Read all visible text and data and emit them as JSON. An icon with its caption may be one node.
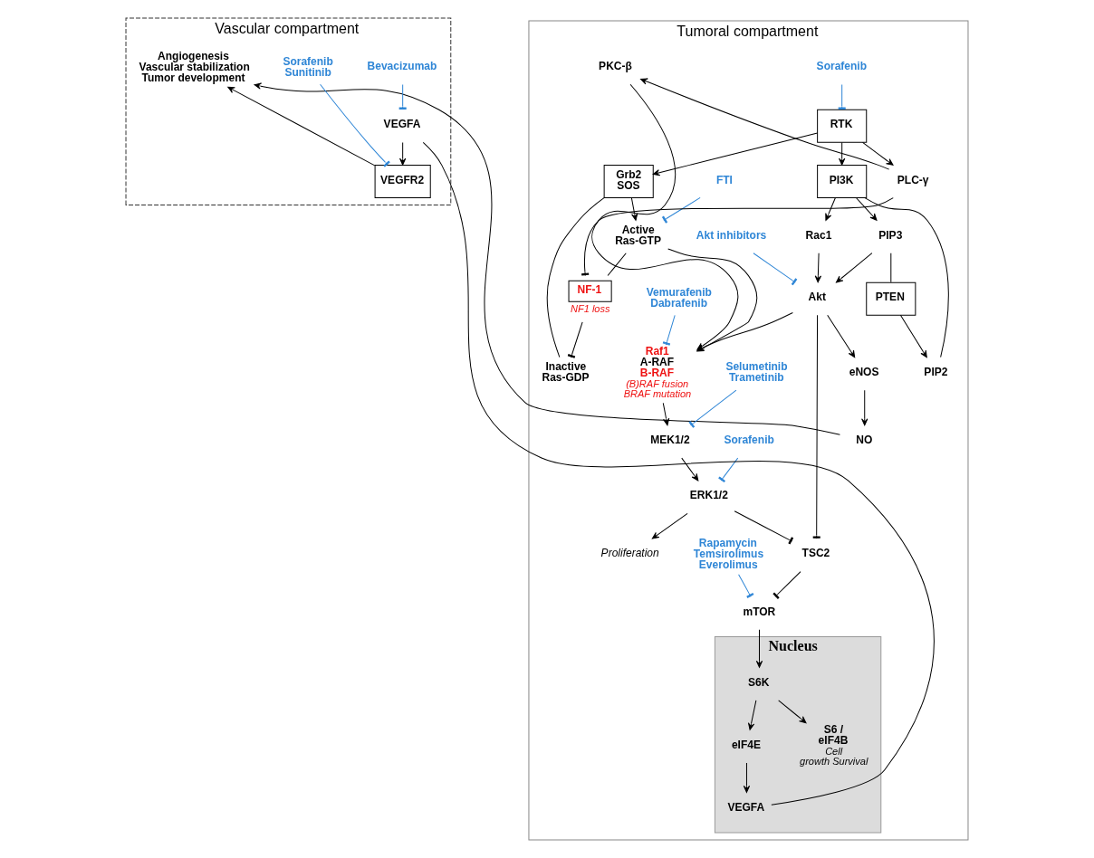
{
  "diagram": {
    "nodes": [
      {
        "text": [
          "Tumoral compartment"
        ]
      },
      {
        "text": [
          "RTK"
        ],
        "in": 0
      },
      {
        "text": [
          "Sorafenib"
        ],
        "in": 0
      },
      {
        "text": [
          "Inactive Ras-GDP"
        ],
        "in": 0
      },
      {
        "text": [
          "Grb2 SOS"
        ],
        "in": 0
      },
      {
        "text": [
          "Active Ras-GTP"
        ],
        "in": 0
      },
      {
        "text": [
          "FTI"
        ],
        "in": 0
      },
      {
        "text": [
          "PI3K"
        ],
        "in": 0
      },
      {
        "text": [
          "PIP2"
        ],
        "in": 0
      },
      {
        "text": [
          "PIP3"
        ],
        "in": 0
      },
      {
        "text": [
          "PTEN"
        ],
        "in": 0
      },
      {
        "text": [
          "Rac1"
        ],
        "in": 0
      },
      {
        "text": [
          "PLC-γ"
        ],
        "in": 0
      },
      {
        "text": [
          "PKC-β"
        ],
        "in": 0
      },
      {
        "text": [
          "NF-1"
        ],
        "in": 0,
        "beside": [
          "NF1 loss"
        ]
      },
      {
        "text": [
          "Raf1",
          "A-RAF",
          "B-RAF"
        ],
        "in": 0,
        "beside": [
          "(B)RAF fusion BRAF mutation"
        ]
      },
      {
        "text": [
          "Akt"
        ],
        "in": 0
      },
      {
        "text": [
          "Akt inhibitors"
        ],
        "in": 0
      },
      {
        "text": [
          "Vemurafenib Dabrafenib"
        ],
        "in": 0
      },
      {
        "text": [
          "eNOS"
        ],
        "in": 0
      },
      {
        "text": [
          "NO"
        ],
        "in": 0
      },
      {
        "text": [
          "MEK1/2"
        ],
        "in": 0
      },
      {
        "text": [
          "Selumetinib Trametinib"
        ],
        "in": 0
      },
      {
        "text": [
          "ERK1/2"
        ],
        "in": 0
      },
      {
        "text": [
          "TSC2"
        ],
        "in": 0
      },
      {
        "text": [
          "Sorafenib"
        ],
        "in": 0
      },
      {
        "text": [
          "Proliferation"
        ],
        "in": 0
      },
      {
        "text": [
          "Rapamycin Temsirolimus Everolimus"
        ],
        "in": 0
      },
      {
        "text": [
          "mTOR"
        ],
        "in": 0
      },
      {
        "text": [
          "Nucleus"
        ],
        "in": 0
      },
      {
        "text": [
          "S6K"
        ],
        "in": 29
      },
      {
        "text": [
          "eIF4E"
        ],
        "in": 29
      },
      {
        "text": [
          "S6 / eIF4B"
        ],
        "in": 29,
        "beside": [
          "Cell growth Survival"
        ]
      },
      {
        "text": [
          "VEGFA"
        ],
        "in": 29
      },
      {
        "text": [
          "Vascular compartment"
        ]
      },
      {
        "text": [
          "Bevacizumab"
        ],
        "in": 34
      },
      {
        "text": [
          "VEGFA"
        ],
        "in": 34
      },
      {
        "text": [
          "VEGFR2"
        ],
        "in": 34
      },
      {
        "text": [
          "Sorafenib Sunitinib"
        ],
        "in": 34
      },
      {
        "text": [
          "Angiogenesis Vascular stabilization Tumor development"
        ],
        "in": 34
      }
    ],
    "edges": [
      {
        "from": 1,
        "to": 4,
        "arrow": "to"
      },
      {
        "from": 1,
        "to": 7,
        "arrow": "to"
      },
      {
        "from": 1,
        "to": 12,
        "arrow": "to"
      },
      {
        "from": 2,
        "to": 1,
        "arrow": "other",
        "color": "#2f86d6"
      },
      {
        "from": 3,
        "to": 4,
        "arrow": "none"
      },
      {
        "from": 4,
        "to": 5,
        "arrow": "to"
      },
      {
        "from": 6,
        "to": 5,
        "arrow": "other",
        "color": "#2f86d6"
      },
      {
        "from": 5,
        "to": 14,
        "arrow": "none"
      },
      {
        "from": 14,
        "to": 3,
        "arrow": "other"
      },
      {
        "from": 5,
        "to": 15,
        "arrow": "to"
      },
      {
        "from": 8,
        "to": 7,
        "arrow": "none"
      },
      {
        "from": 7,
        "to": 9,
        "arrow": "to"
      },
      {
        "from": 9,
        "to": 10,
        "arrow": "none"
      },
      {
        "from": 10,
        "to": 8,
        "arrow": "to"
      },
      {
        "from": 7,
        "to": 11,
        "arrow": "to"
      },
      {
        "from": 9,
        "to": 16,
        "arrow": "to"
      },
      {
        "from": 11,
        "to": 16,
        "arrow": "to"
      },
      {
        "from": 12,
        "to": 13,
        "arrow": "to"
      },
      {
        "from": 16,
        "to": 15,
        "arrow": "to"
      },
      {
        "from": 17,
        "to": 16,
        "arrow": "other",
        "color": "#2f86d6"
      },
      {
        "from": 18,
        "to": 15,
        "arrow": "other",
        "color": "#2f86d6"
      },
      {
        "from": 16,
        "to": 19,
        "arrow": "to"
      },
      {
        "from": 19,
        "to": 20,
        "arrow": "to"
      },
      {
        "from": 20,
        "to": 39,
        "arrow": "to"
      },
      {
        "from": 16,
        "to": 24,
        "arrow": "other"
      },
      {
        "from": 15,
        "to": 21,
        "arrow": "to"
      },
      {
        "from": 22,
        "to": 21,
        "arrow": "other",
        "color": "#2f86d6"
      },
      {
        "from": 21,
        "to": 23,
        "arrow": "to"
      },
      {
        "from": 23,
        "to": 24,
        "arrow": "other"
      },
      {
        "from": 25,
        "to": 23,
        "arrow": "other",
        "color": "#2f86d6"
      },
      {
        "from": 23,
        "to": 26,
        "arrow": "to"
      },
      {
        "from": 24,
        "to": 28,
        "arrow": "other"
      },
      {
        "from": 27,
        "to": 28,
        "arrow": "other",
        "color": "#2f86d6"
      },
      {
        "from": 28,
        "to": 30,
        "arrow": "to"
      },
      {
        "from": 30,
        "to": 31,
        "arrow": "to"
      },
      {
        "from": 30,
        "to": 32,
        "arrow": "to"
      },
      {
        "from": 31,
        "to": 33,
        "arrow": "to"
      },
      {
        "from": 12,
        "to": 14,
        "arrow": "other"
      },
      {
        "from": 13,
        "to": 15,
        "arrow": "to"
      },
      {
        "from": 33,
        "to": 36,
        "arrow": "none"
      },
      {
        "from": 35,
        "to": 36,
        "arrow": "other",
        "color": "#2f86d6"
      },
      {
        "from": 36,
        "to": 37,
        "arrow": "to"
      },
      {
        "from": 38,
        "to": 37,
        "arrow": "other",
        "color": "#2f86d6"
      },
      {
        "from": 37,
        "to": 39,
        "arrow": "to"
      }
    ]
  }
}
